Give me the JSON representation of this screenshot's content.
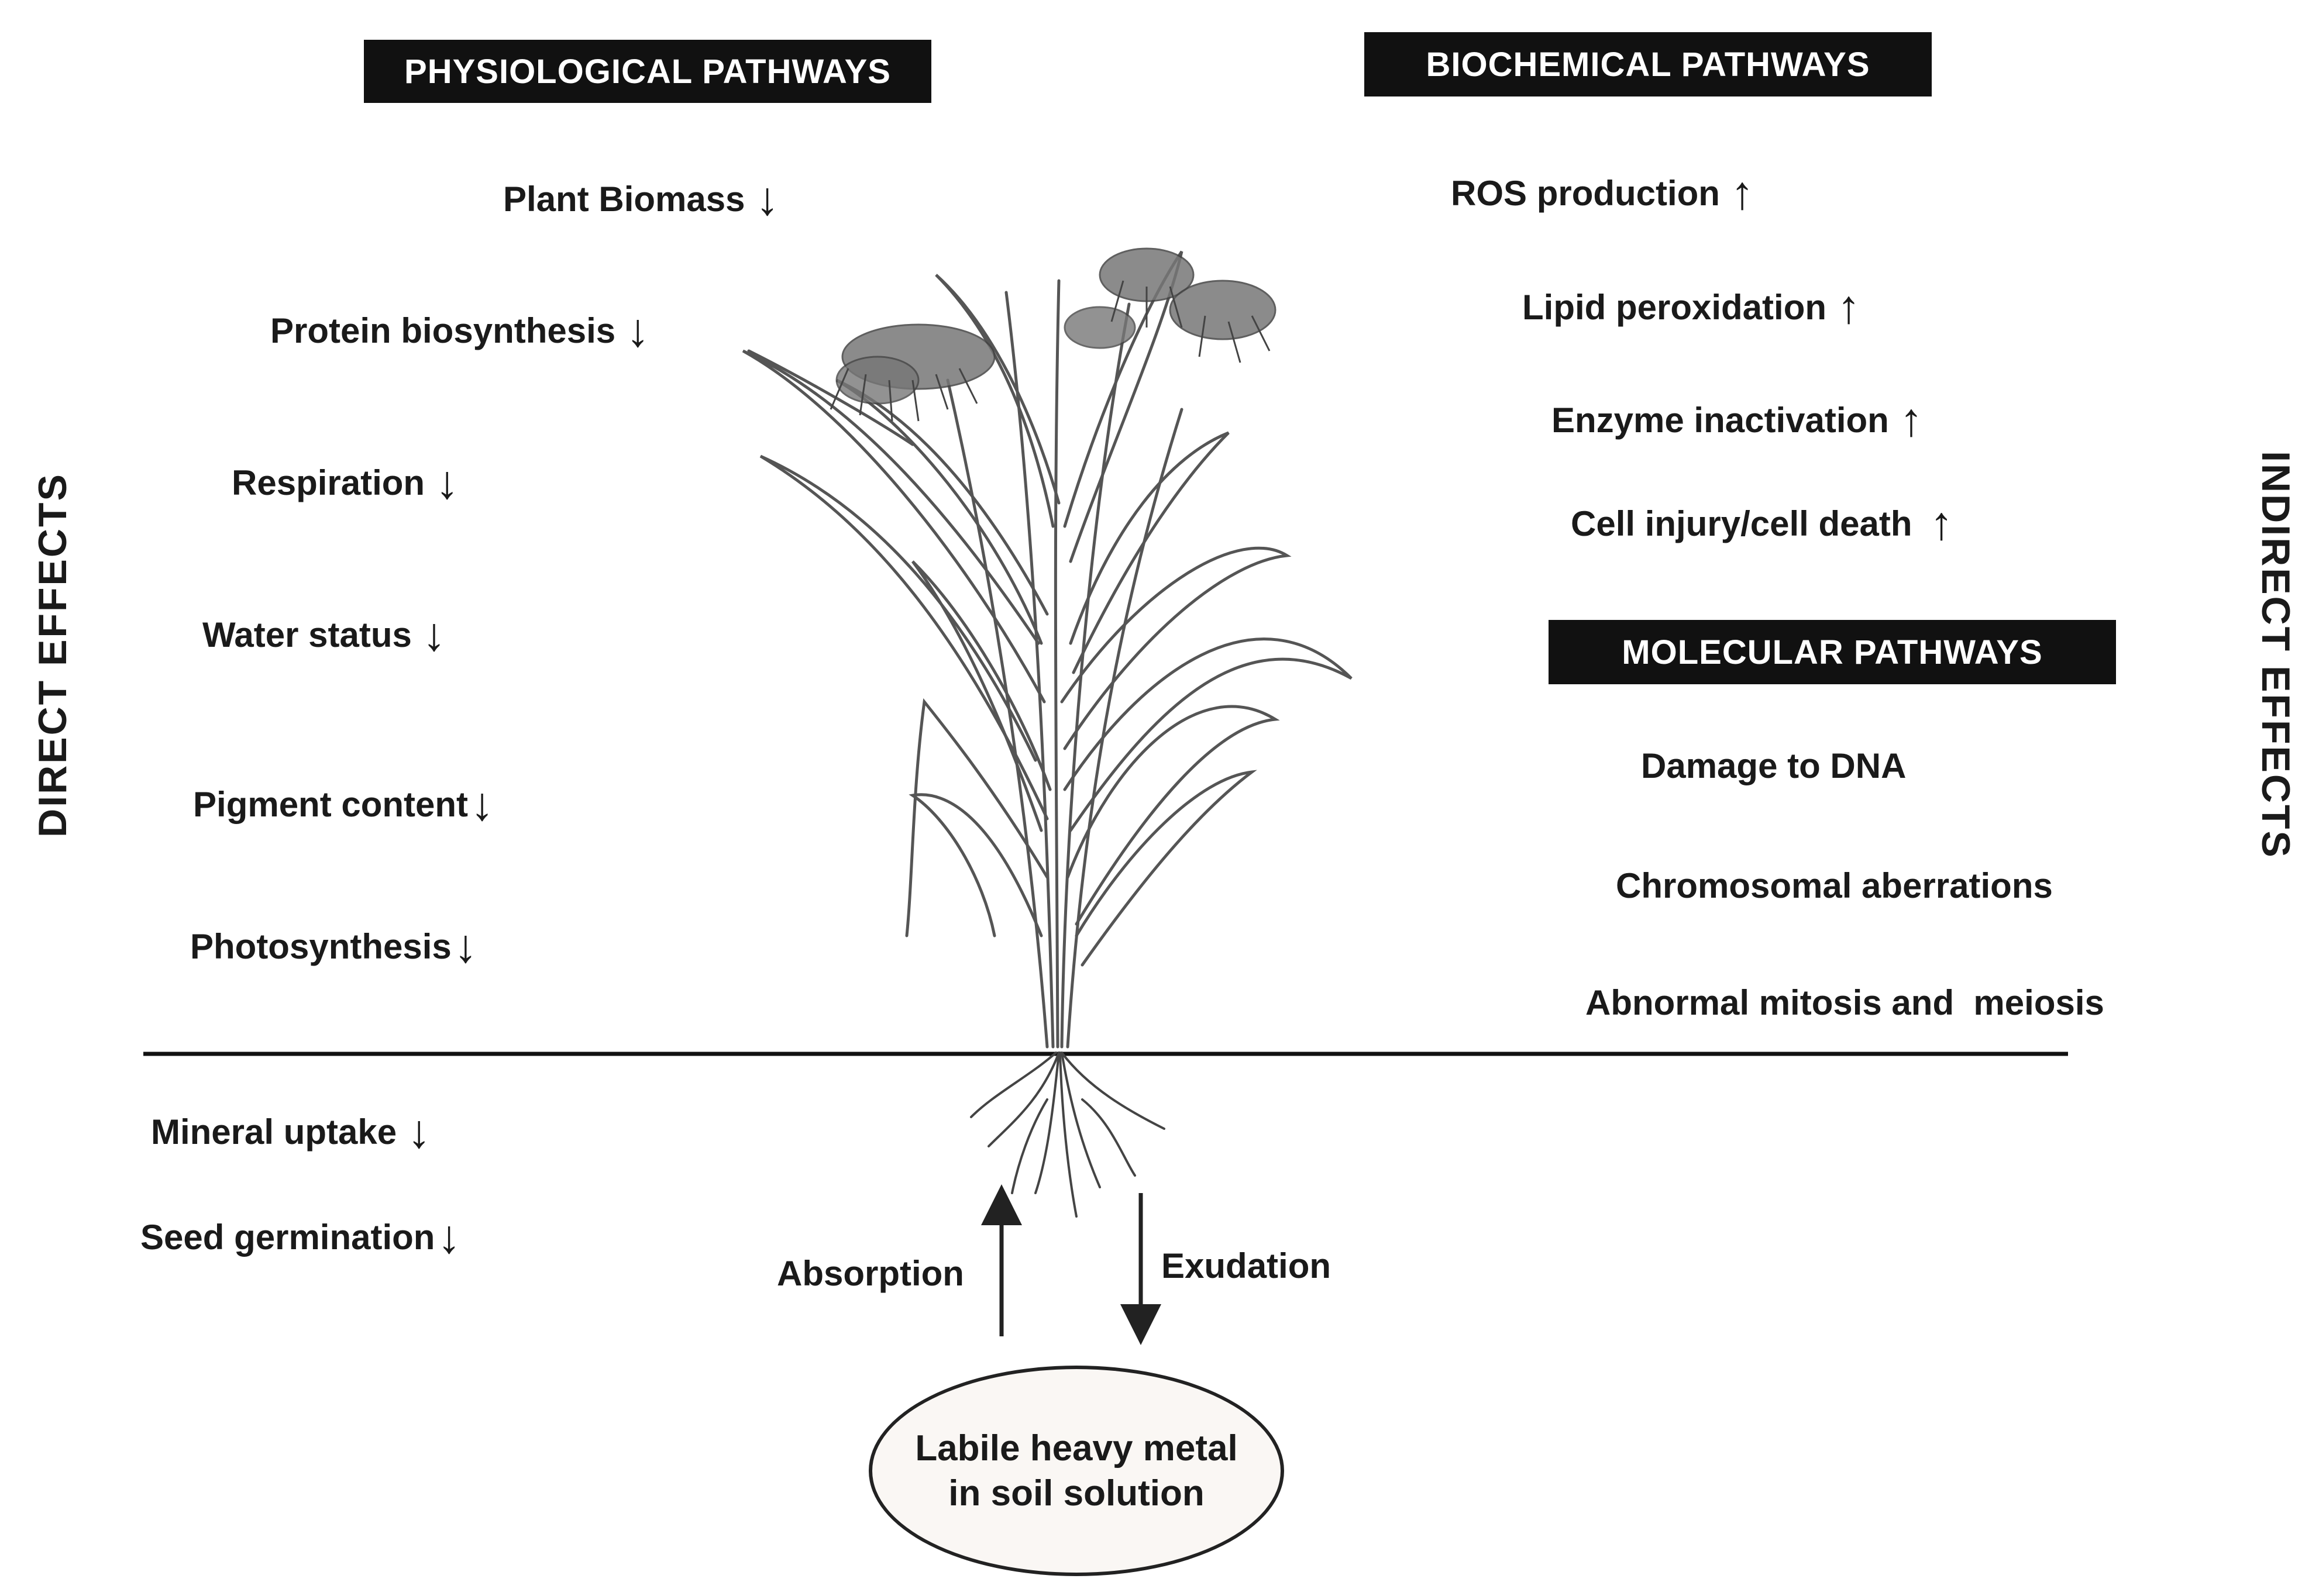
{
  "headers": {
    "physiological": "PHYSIOLOGICAL PATHWAYS",
    "biochemical": "BIOCHEMICAL PATHWAYS",
    "molecular": "MOLECULAR PATHWAYS"
  },
  "side_labels": {
    "direct": "DIRECT EFFECTS",
    "indirect": "INDIRECT EFFECTS"
  },
  "physiological_items": [
    {
      "label": "Plant Biomass",
      "arrow": "↓"
    },
    {
      "label": "Protein biosynthesis",
      "arrow": "↓"
    },
    {
      "label": "Respiration",
      "arrow": "↓"
    },
    {
      "label": "Water status",
      "arrow": "↓"
    },
    {
      "label": "Pigment content",
      "arrow": "↓"
    },
    {
      "label": "Photosynthesis",
      "arrow": "↓"
    }
  ],
  "below_ground_items": [
    {
      "label": "Mineral uptake",
      "arrow": "↓"
    },
    {
      "label": "Seed germination",
      "arrow": "↓"
    }
  ],
  "biochemical_items": [
    {
      "label": "ROS production",
      "arrow": "↑"
    },
    {
      "label": "Lipid peroxidation",
      "arrow": "↑"
    },
    {
      "label": "Enzyme inactivation",
      "arrow": "↑"
    },
    {
      "label": "Cell injury/cell death",
      "arrow": "↑"
    }
  ],
  "molecular_items": [
    "Damage to DNA",
    "Chromosomal aberrations",
    "Abnormal mitosis and  meiosis"
  ],
  "flows": {
    "absorption": "Absorption",
    "exudation": "Exudation"
  },
  "source": {
    "line1": "Labile heavy metal",
    "line2": "in soil solution"
  }
}
